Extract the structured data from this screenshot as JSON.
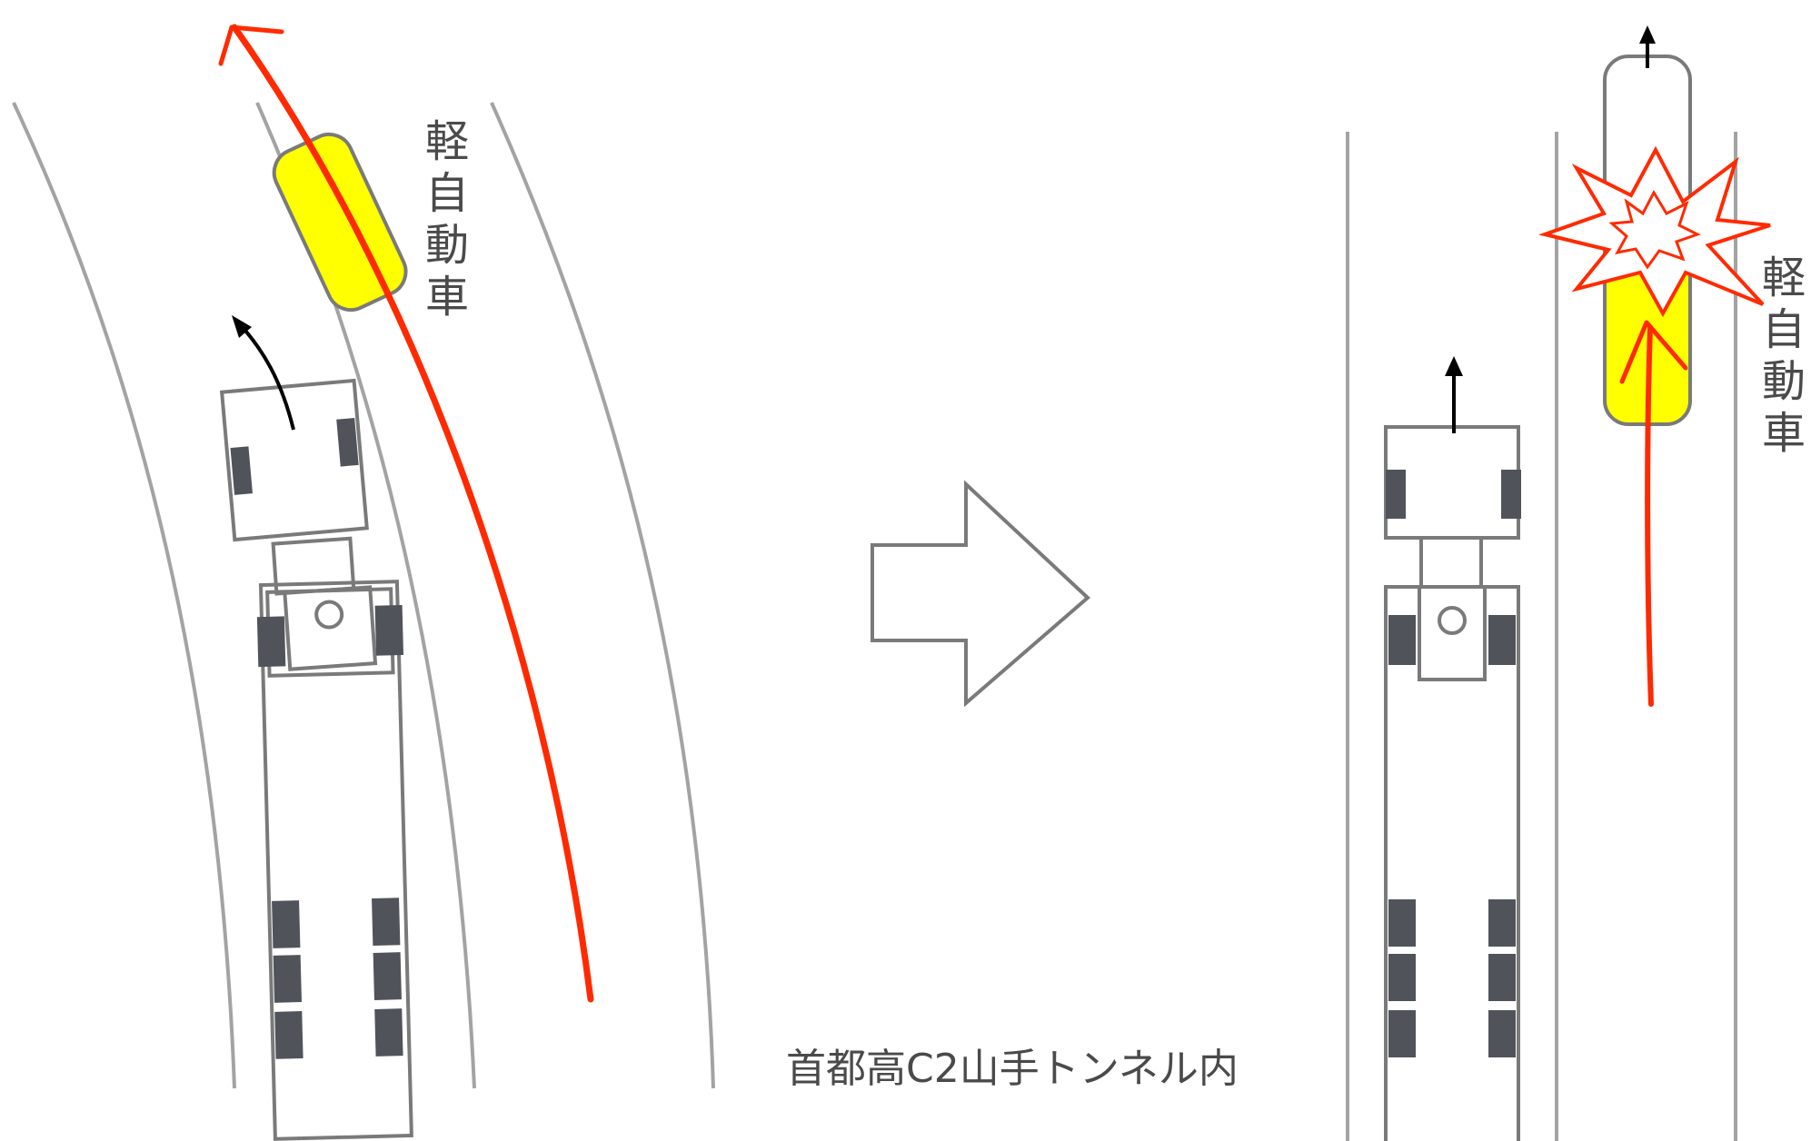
{
  "labels": {
    "kei_car_left": "軽自動車",
    "kei_car_right": "軽自動車",
    "caption": "首都高C2山手トンネル内"
  },
  "colors": {
    "lane_line": "#a3a3a3",
    "vehicle_outline": "#7a7a7a",
    "tire": "#50545a",
    "kei_car_fill": "#ffff00",
    "trajectory": "#ff2a00",
    "arrow_black": "#000000"
  }
}
